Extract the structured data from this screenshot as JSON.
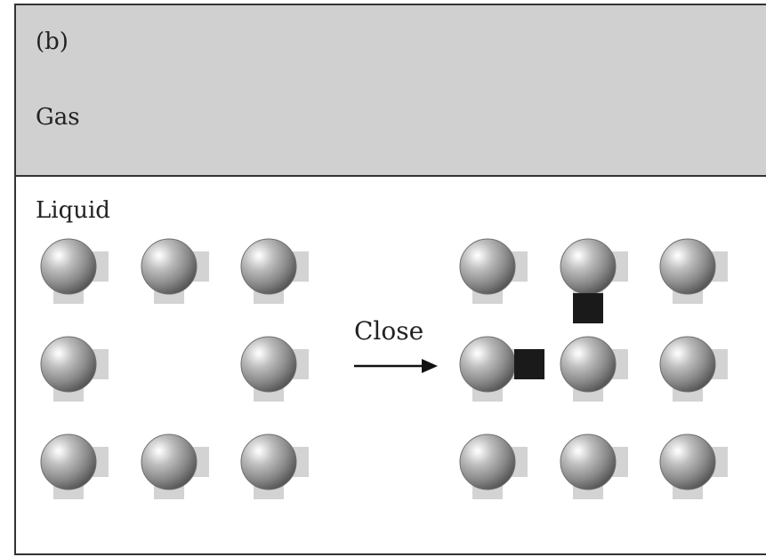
{
  "panel_label": "(b)",
  "gas_label": "Gas",
  "liquid_label": "Liquid",
  "arrow_label": "Close",
  "colors": {
    "gas_background": "#d0d0d0",
    "liquid_background": "#ffffff",
    "border": "#333333",
    "receptor_gray": "#d3d3d3",
    "bound_marker": "#1a1a1a"
  },
  "left_array": {
    "rows": 3,
    "cols": 3,
    "missing": [
      {
        "row": 1,
        "col": 1
      }
    ]
  },
  "right_array": {
    "rows": 3,
    "cols": 3,
    "bound_markers": [
      {
        "row": 0,
        "col": 1,
        "side": "below"
      },
      {
        "row": 1,
        "col": 0,
        "side": "right"
      }
    ]
  }
}
